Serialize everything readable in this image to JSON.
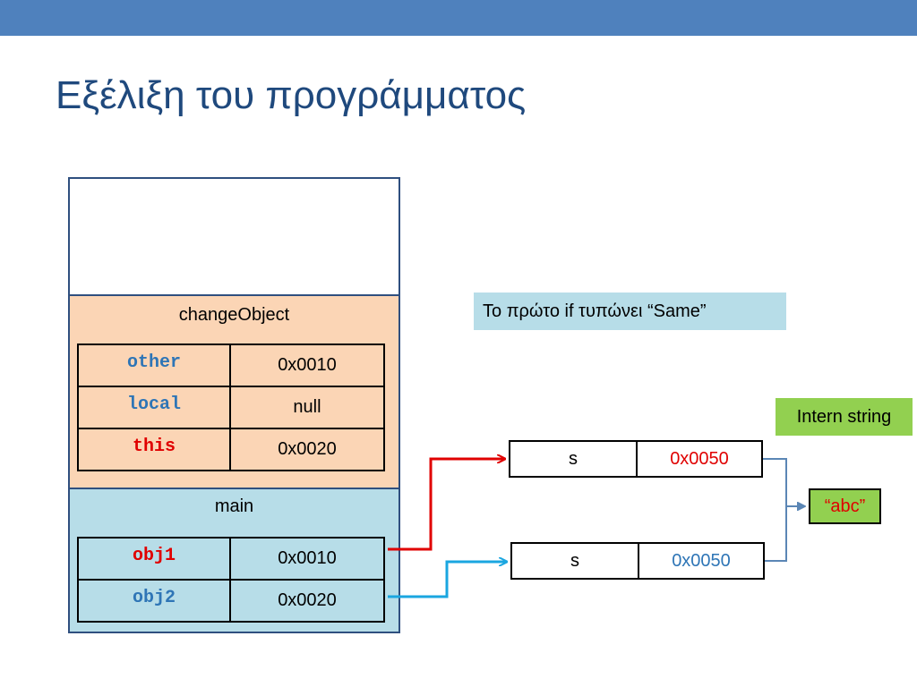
{
  "slide": {
    "title": "Εξέλιξη του προγράμματος"
  },
  "stack": {
    "change_frame": {
      "label": "changeObject",
      "vars": [
        {
          "name": "other",
          "value": "0x0010"
        },
        {
          "name": "local",
          "value": "null"
        },
        {
          "name": "this",
          "value": "0x0020"
        }
      ]
    },
    "main_frame": {
      "label": "main",
      "vars": [
        {
          "name": "obj1",
          "value": "0x0010"
        },
        {
          "name": "obj2",
          "value": "0x0020"
        }
      ]
    }
  },
  "heap": {
    "obj1": {
      "field": "s",
      "value": "0x0050"
    },
    "obj2": {
      "field": "s",
      "value": "0x0050"
    },
    "string_value": "“abc”"
  },
  "notes": {
    "output": "Το πρώτο if τυπώνει “Same”",
    "intern": "Intern string"
  },
  "colors": {
    "title": "#1f497d",
    "top_bar": "#4f81bd",
    "frame_change": "#fbd5b5",
    "frame_main": "#b7dde8",
    "arrow_red": "#e00000",
    "arrow_cyan": "#1aa6e0",
    "arrow_steel": "#5b86b5",
    "green": "#92d050"
  }
}
